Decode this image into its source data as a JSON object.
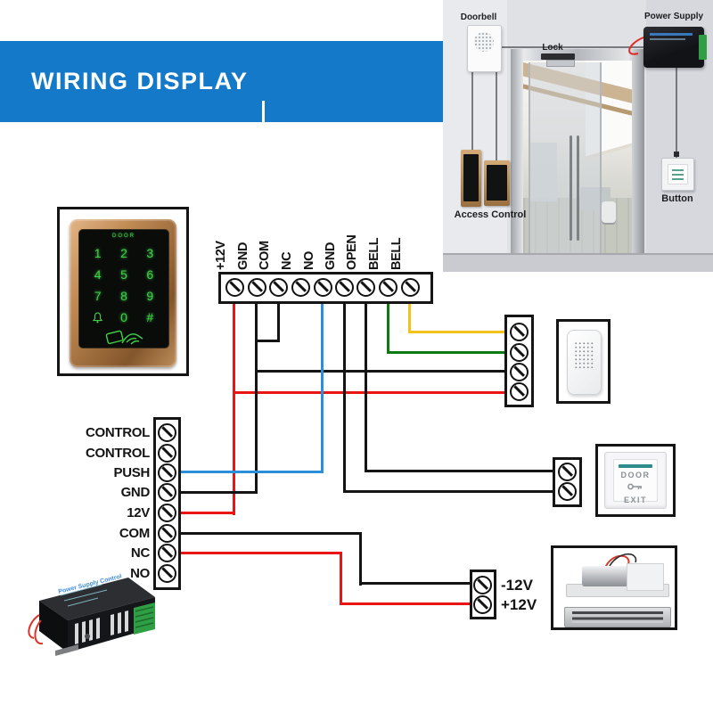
{
  "colors": {
    "banner_blue": "#1379c8",
    "wire_red": "#e81515",
    "wire_black": "#141414",
    "wire_blue": "#2a8fd8",
    "wire_green": "#0d7a14",
    "wire_yellow": "#f2c31d",
    "keypad_green": "#41d148",
    "photo_bg": "#dfe1e5"
  },
  "banner": {
    "title": "WIRING DISPLAY"
  },
  "photo": {
    "doorbell_label": "Doorbell",
    "lock_label": "Lock",
    "power_supply_label": "Power Supply",
    "access_control_label": "Access Control",
    "button_label": "Button"
  },
  "keypad": {
    "screen_title": "DOOR",
    "keys": [
      "1",
      "2",
      "3",
      "4",
      "5",
      "6",
      "7",
      "8",
      "9"
    ],
    "key_zero": "0",
    "key_hash": "#"
  },
  "top_terminal_strip": {
    "labels": [
      "+12V",
      "GND",
      "COM",
      "NC",
      "NO",
      "GND",
      "OPEN",
      "BELL",
      "BELL"
    ]
  },
  "power_terminal_block": {
    "labels": [
      "CONTROL",
      "CONTROL",
      "PUSH",
      "GND",
      "12V",
      "COM",
      "NC",
      "NO"
    ]
  },
  "lock_terminal_block": {
    "labels": [
      "-12V",
      "+12V"
    ]
  },
  "exit_button_device": {
    "line1": "DOOR",
    "line2": "EXIT"
  },
  "power_supply_device": {
    "brand_text": "Power Supply Control"
  }
}
